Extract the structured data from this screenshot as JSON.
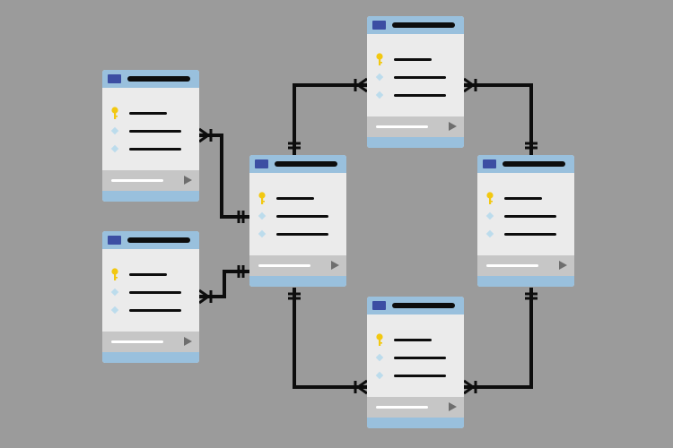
{
  "diagram": {
    "style": "entity-relationship database schema",
    "colors": {
      "background": "#9b9b9b",
      "card": "#ebebeb",
      "header_band": "#99c0dd",
      "header_icon": "#3c4ea3",
      "key_icon": "#f2c811",
      "field_icon": "#bcdcec",
      "footer_band": "#c6c6c6",
      "footer_button": "#6e6e6e",
      "connector": "#0d0d0d"
    },
    "tables": [
      {
        "id": "left-top",
        "fields": [
          {
            "icon": "key-icon"
          },
          {
            "icon": "diamond-icon"
          },
          {
            "icon": "diamond-icon"
          }
        ]
      },
      {
        "id": "left-bottom",
        "fields": [
          {
            "icon": "key-icon"
          },
          {
            "icon": "diamond-icon"
          },
          {
            "icon": "diamond-icon"
          }
        ]
      },
      {
        "id": "center",
        "fields": [
          {
            "icon": "key-icon"
          },
          {
            "icon": "diamond-icon"
          },
          {
            "icon": "diamond-icon"
          }
        ]
      },
      {
        "id": "top",
        "fields": [
          {
            "icon": "key-icon"
          },
          {
            "icon": "diamond-icon"
          },
          {
            "icon": "diamond-icon"
          }
        ]
      },
      {
        "id": "right",
        "fields": [
          {
            "icon": "key-icon"
          },
          {
            "icon": "diamond-icon"
          },
          {
            "icon": "diamond-icon"
          }
        ]
      },
      {
        "id": "bottom",
        "fields": [
          {
            "icon": "key-icon"
          },
          {
            "icon": "diamond-icon"
          },
          {
            "icon": "diamond-icon"
          }
        ]
      }
    ],
    "relationships": [
      {
        "from": "left-top",
        "to": "center",
        "from_end": "crow-foot-one-or-many",
        "to_end": "one-and-only-one"
      },
      {
        "from": "left-bottom",
        "to": "center",
        "from_end": "crow-foot-one-or-many",
        "to_end": "one-and-only-one"
      },
      {
        "from": "center",
        "to": "top",
        "from_end": "one-and-only-one",
        "to_end": "crow-foot-one-or-many"
      },
      {
        "from": "center",
        "to": "bottom",
        "from_end": "one-and-only-one",
        "to_end": "crow-foot-one-or-many"
      },
      {
        "from": "right",
        "to": "top",
        "from_end": "one-and-only-one",
        "to_end": "crow-foot-one-or-many"
      },
      {
        "from": "right",
        "to": "bottom",
        "from_end": "one-and-only-one",
        "to_end": "crow-foot-one-or-many"
      }
    ]
  }
}
